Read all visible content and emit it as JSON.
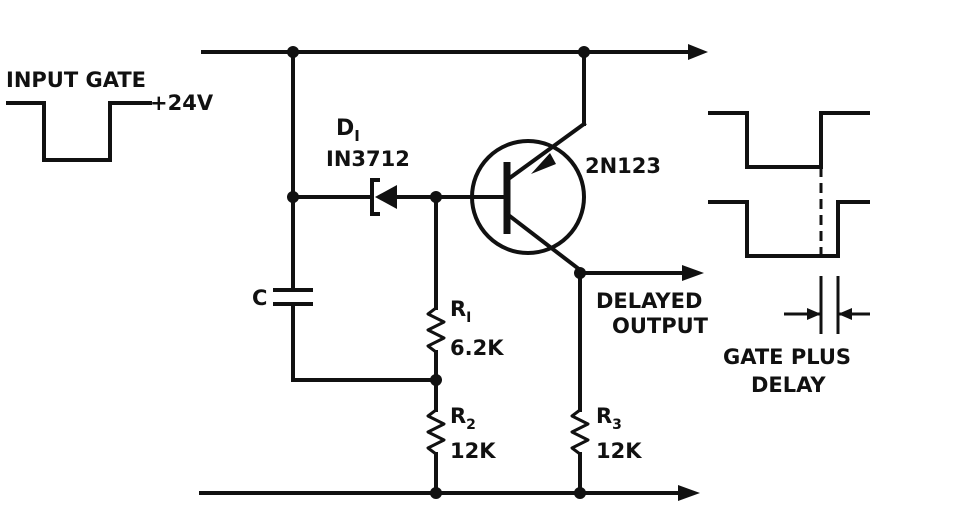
{
  "labels": {
    "input_gate": "INPUT GATE",
    "supply_voltage": "+24V",
    "diode_ref": "D",
    "diode_ref_sub": "I",
    "diode_part": "IN3712",
    "transistor_part": "2N123",
    "capacitor": "C",
    "r1_ref": "R",
    "r1_ref_sub": "I",
    "r1_value": "6.2K",
    "r2_ref": "R",
    "r2_ref_sub": "2",
    "r2_value": "12K",
    "r3_ref": "R",
    "r3_ref_sub": "3",
    "r3_value": "12K",
    "output_line1": "DELAYED",
    "output_line2": "OUTPUT",
    "timing_line1": "GATE PLUS",
    "timing_line2": "DELAY"
  }
}
